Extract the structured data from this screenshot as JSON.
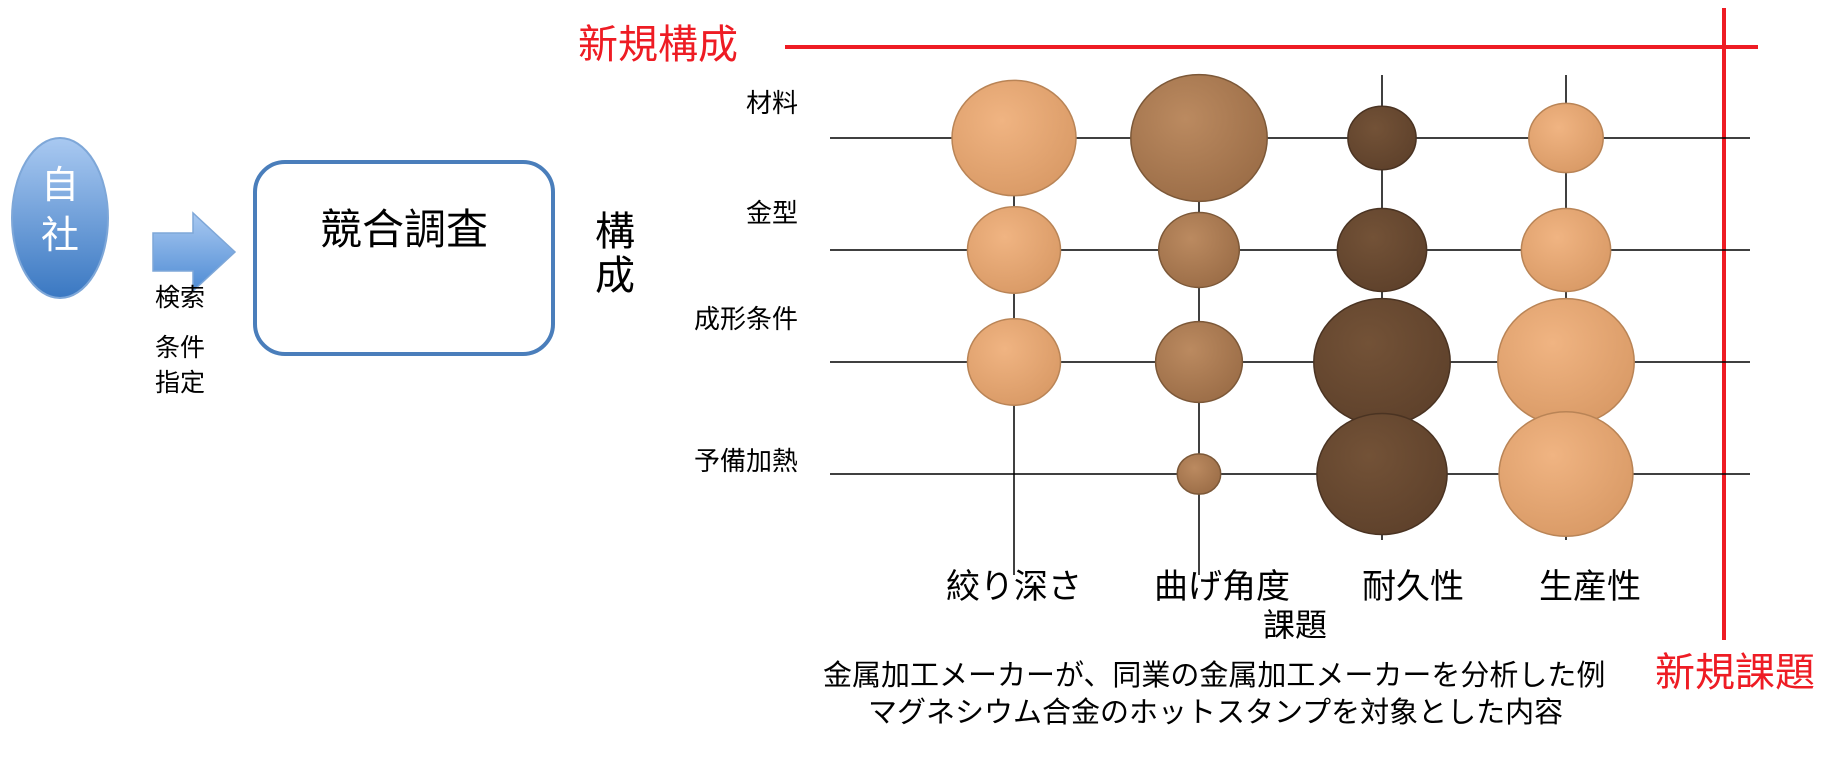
{
  "company_label": "自社",
  "arrow_labels": [
    "検索",
    "条件",
    "指定"
  ],
  "survey_box_label": "競合調査",
  "composition_vertical": "構成",
  "new_config_label": "新規構成",
  "new_issue_label": "新規課題",
  "axis_title": "課題",
  "captions": [
    "金属加工メーカーが、同業の金属加工メーカーを分析した例",
    "マグネシウム合金のホットスタンプを対象とした内容"
  ],
  "colors": {
    "red": "#ee1c24",
    "blue_box": "#4a7ebb",
    "ellipse_light": "#9cc2ef",
    "ellipse_dark": "#3e7cc4"
  },
  "chart_data": {
    "type": "bubble-matrix",
    "rows": [
      "材料",
      "金型",
      "成形条件",
      "予備加熱"
    ],
    "columns": [
      "絞り深さ",
      "曲げ角度",
      "耐久性",
      "生産性"
    ],
    "bubbles": [
      {
        "row": "材料",
        "col": "絞り深さ",
        "size": 1.0,
        "color": "#e6a570"
      },
      {
        "row": "材料",
        "col": "曲げ角度",
        "size": 1.1,
        "color": "#b07e55"
      },
      {
        "row": "材料",
        "col": "耐久性",
        "size": 0.55,
        "color": "#6b4c33"
      },
      {
        "row": "材料",
        "col": "生産性",
        "size": 0.6,
        "color": "#e6a570"
      },
      {
        "row": "金型",
        "col": "絞り深さ",
        "size": 0.75,
        "color": "#e6a570"
      },
      {
        "row": "金型",
        "col": "曲げ角度",
        "size": 0.65,
        "color": "#b07e55"
      },
      {
        "row": "金型",
        "col": "耐久性",
        "size": 0.72,
        "color": "#6b4c33"
      },
      {
        "row": "金型",
        "col": "生産性",
        "size": 0.72,
        "color": "#e6a570"
      },
      {
        "row": "成形条件",
        "col": "絞り深さ",
        "size": 0.75,
        "color": "#e6a570"
      },
      {
        "row": "成形条件",
        "col": "曲げ角度",
        "size": 0.7,
        "color": "#b07e55"
      },
      {
        "row": "成形条件",
        "col": "耐久性",
        "size": 1.1,
        "color": "#6b4c33"
      },
      {
        "row": "成形条件",
        "col": "生産性",
        "size": 1.1,
        "color": "#e6a570"
      },
      {
        "row": "予備加熱",
        "col": "絞り深さ",
        "size": 0,
        "color": "#e6a570"
      },
      {
        "row": "予備加熱",
        "col": "曲げ角度",
        "size": 0.35,
        "color": "#b07e55"
      },
      {
        "row": "予備加熱",
        "col": "耐久性",
        "size": 1.05,
        "color": "#6b4c33"
      },
      {
        "row": "予備加熱",
        "col": "生産性",
        "size": 1.08,
        "color": "#e6a570"
      }
    ]
  }
}
